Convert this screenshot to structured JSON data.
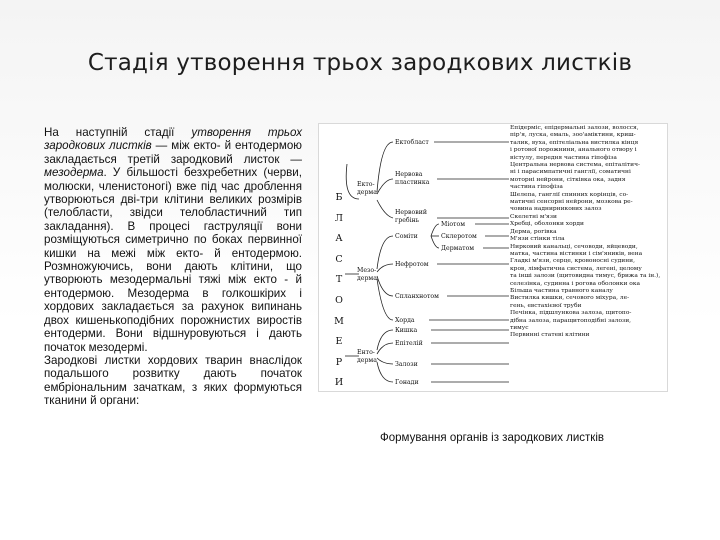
{
  "title": "Стадія утворення трьох зародкових листків",
  "paragraph1": {
    "p1": "На наступній стадії ",
    "em1": "утворення трьох зародкових листків",
    "p2": " — між екто- й ентодермою закладається третій зародковий листок — ",
    "em2": "мезодерма",
    "p3": ". У більшості безхребетних (черви, молюски, членистоногі) вже під час дроблення утворюються дві-три клітини великих розмірів (телобласти, звідси телобластичний тип закладання). В процесі гаструляції вони розміщуються симетрично по боках первинної кишки на межі між екто- й ентодермою. Розмножуючись, вони дають клітини, що утворюють мезодермальні тяжі між екто - й ентодермою. Мезодерма в голкошкірих і хордових закладається за рахунок випинань двох кишенькоподібних порожнистих виростів ентодерми. Вони відшнуровуються і дають початок мезодермі."
  },
  "paragraph2": "Зародкові листки хордових тварин внаслідок подальшого розвитку дають початок ембріональним зачаткам, з яких формуються тканини й органи:",
  "caption": "Формування органів із зародкових листків",
  "diagram": {
    "vertical_word": [
      "Б",
      "Л",
      "А",
      "С",
      "Т",
      "О",
      "М",
      "Е",
      "Р",
      "И"
    ],
    "layers": {
      "ecto": "Екто-\nдерма",
      "meso": "Мезо-\nдерма",
      "endo": "Енто-\nдерма"
    },
    "rudiments": {
      "ectoblast": "Ектобласт",
      "neural_plate": "Нервова\nпластинка",
      "neural_crest": "Нервовий\nгребінь",
      "somite": "Соміти",
      "myotome": "Міотом",
      "sclerotome": "Склеротом",
      "dermatome": "Дерматом",
      "nephrotome": "Нефротом",
      "splanchnotome": "Спланхнотом",
      "notochord": "Хорда",
      "gut": "Кишка",
      "epithelium": "Епітелій",
      "glands": "Залози",
      "gonads": "Гонади"
    },
    "outcomes": [
      "Епідерміс, епідермальні залози, волосся,",
      "пір'я, луска, емаль, зоо'аміктини, криш-",
      "талик, вуха, епітеліальна вистилка кінця",
      "і ротової порожнини, анального отвору і",
      "вістулу, передня частина гіпофіза",
      "Центральна нервова система, епіталітич-",
      "ні і парасимпатичні ганглії, соматичні",
      "моторні нейрони, сітківка ока, задня",
      "частина гіпофіза",
      "Шелепа, ганглії спинних корінців, со-",
      "матичні сенсорні нейрони, мозкова ре-",
      "човина наднирникових залоз",
      "Скелетні м'язи",
      "Хребці, оболонки хорди",
      "Дерма, рогівка",
      "М'язи стінки тіла",
      "Нирковий канальці, сечоводи, яйцеводи,",
      "матка, частина вістинки і сім'яників, вена",
      "Гладкі м'язи, серце, кровоносні судини,",
      "кров, лімфатична система, легені, целому",
      "та інші залози (щитовидна тимус, брижа та ін.),",
      "селезінка, судинна і рогова оболонки ока",
      "Більша частина травного каналу",
      "Вистилка кишки, сечового міхура, ле-",
      "гень, евстахієвої труби",
      "Печінка, підшлункова залоза, щитопо-",
      "дібна залоза, паращитоподібні залози,",
      "тимус",
      "Первинні статеві клітини"
    ]
  }
}
